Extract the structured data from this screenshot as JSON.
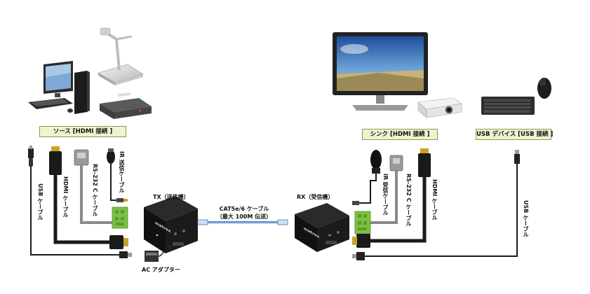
{
  "labels": {
    "source": "ソース [HDMI 接続 ]",
    "sink": "シンク [HDMI 接続 ]",
    "usb_device": "USB デバイス [USB 接続 ]",
    "tx": "TX（送信機）",
    "rx": "RX（受信機）",
    "cat_line1": "CAT5e/6 ケーブル",
    "cat_line2": "（最大 100M 伝送）",
    "ac_adapter": "AC アダプター",
    "tx_usb": "USB ケーブル",
    "tx_hdmi": "HDMI ケーブル",
    "tx_rs232": "RS-232 C ケーブル",
    "tx_ir": "IR 送信ケーブル",
    "rx_ir": "IR 受信ケーブル",
    "rx_rs232": "RS-232 C ケーブル",
    "rx_hdmi": "HDMI ケーブル",
    "rx_usb": "USB ケーブル",
    "device_brand": "matrox"
  },
  "colors": {
    "label_fill": "#eef3cf",
    "label_border": "#8c9a55",
    "cable_dark": "#1a1a1a",
    "cable_gray": "#8a8a8a",
    "terminal_green": "#7cc242",
    "network_cable": "#3a7fc8"
  }
}
